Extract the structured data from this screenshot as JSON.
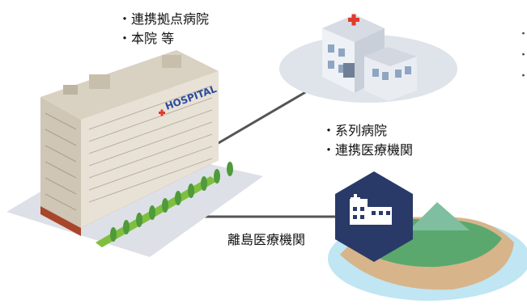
{
  "hq_labels": [
    "・連携拠点病院",
    "・本院 等"
  ],
  "affiliate_labels": [
    "・系列病院",
    "・連携医療機関"
  ],
  "island_label": "離島医療機関",
  "hospital_sign": "HOSPITAL",
  "edge_fragments": [
    "・",
    "・",
    "・"
  ],
  "colors": {
    "building_wall": "#e5dfd3",
    "building_roof": "#cfc6b5",
    "building_base": "#c25a3a",
    "hedge": "#7fbf3f",
    "platform_shadow": "#d9dde3",
    "connector": "#555555",
    "hexagon": "#2a3a68",
    "cross_red": "#e03a2a",
    "sea": "#bfe6f2",
    "island_green": "#5aa86e",
    "island_sand": "#d8b48a"
  },
  "icons": [
    "hospital-building-icon",
    "clinic-building-icon",
    "hospital-hexagon-icon",
    "island-illustration"
  ]
}
